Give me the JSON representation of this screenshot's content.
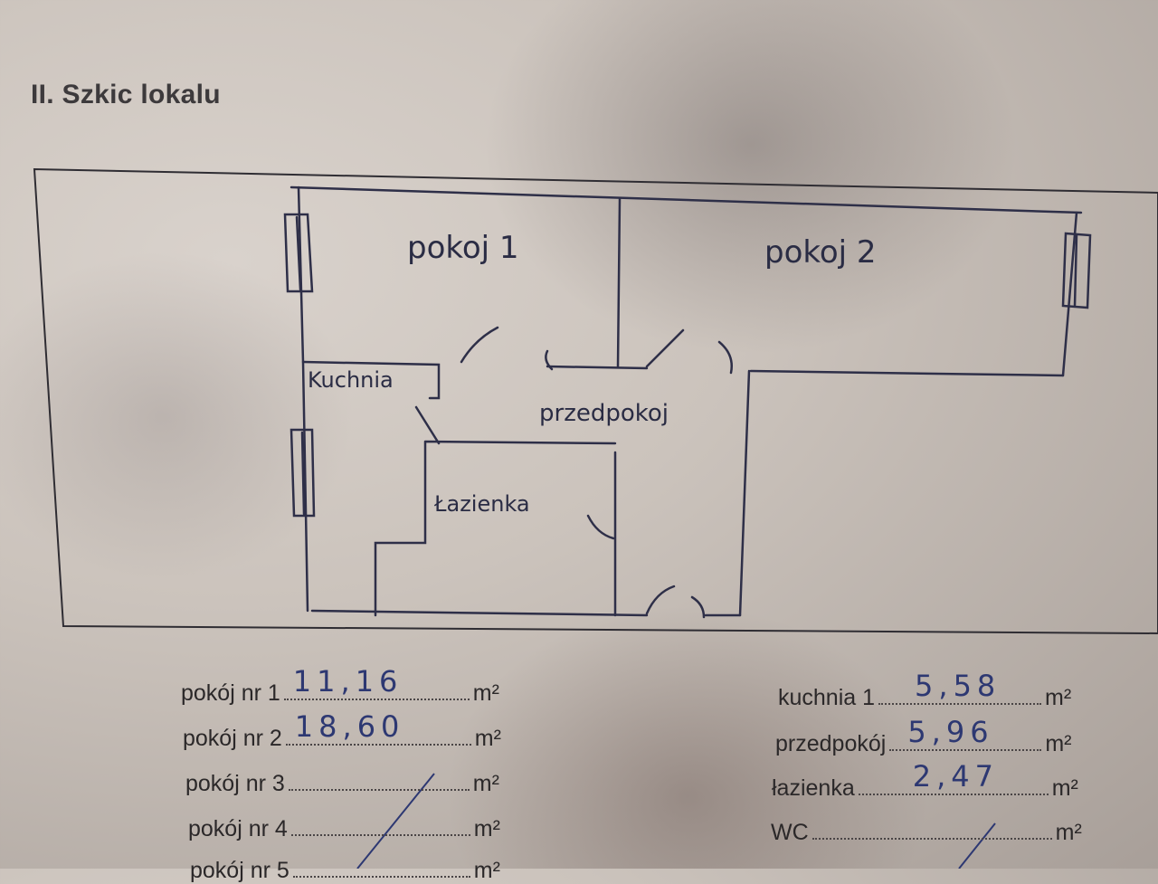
{
  "heading": "II. Szkic lokalu",
  "plan_labels": {
    "room1": "pokoj 1",
    "room2": "pokoj 2",
    "kitchen": "Kuchnia",
    "hall": "przedpokoj",
    "bathroom": "Łazienka"
  },
  "unit": "m²",
  "areas_left": [
    {
      "label": "pokój nr 1",
      "value": "11,16"
    },
    {
      "label": "pokój nr 2",
      "value": "18,60"
    },
    {
      "label": "pokój nr 3",
      "value": ""
    },
    {
      "label": "pokój nr 4",
      "value": ""
    },
    {
      "label": "pokój nr 5",
      "value": ""
    }
  ],
  "areas_right": [
    {
      "label": "kuchnia 1",
      "value": "5,58"
    },
    {
      "label": "przedpokój",
      "value": "5,96"
    },
    {
      "label": "łazienka",
      "value": "2,47"
    },
    {
      "label": "WC",
      "value": ""
    }
  ]
}
